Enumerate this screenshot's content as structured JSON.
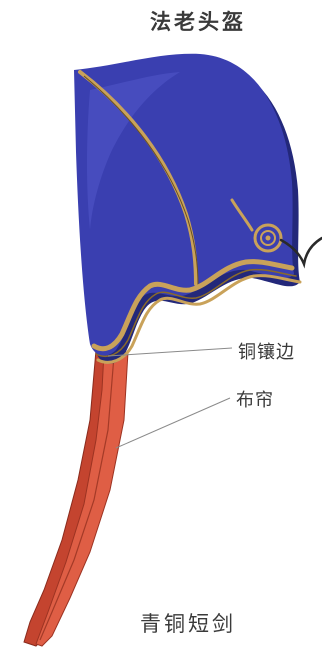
{
  "title": "法老头盔",
  "labels": {
    "rim": "铜镶边",
    "curtain": "布帘"
  },
  "footer": "青铜短剑",
  "colors": {
    "helmet": "#3a3fb0",
    "helmet_shadow": "#23287a",
    "rim": "#c9a25a",
    "curtain": "#d9573f",
    "leader_line": "#8a8a8a"
  }
}
